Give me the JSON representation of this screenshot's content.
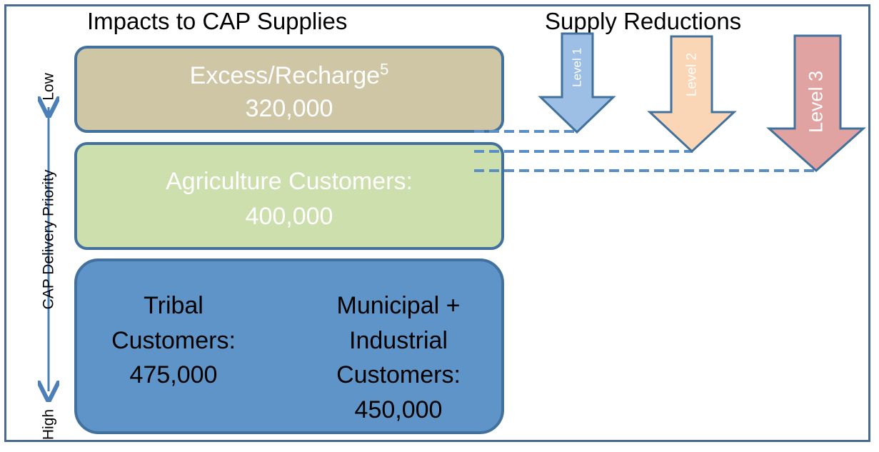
{
  "headings": {
    "impacts": "Impacts to CAP Supplies",
    "reductions": "Supply Reductions"
  },
  "axis": {
    "title": "CAP Delivery Priority",
    "top_label": "Low",
    "bottom_label": "High"
  },
  "tiers": {
    "excess": {
      "label": "Excess/Recharge",
      "footnote": "5",
      "value": "320,000",
      "color": "#cfc6a6"
    },
    "agriculture": {
      "label": "Agriculture Customers:",
      "value": "400,000",
      "color": "#cddfad"
    },
    "tribal": {
      "line1": "Tribal",
      "line2": "Customers:",
      "value": "475,000"
    },
    "municipal": {
      "line1": "Municipal +",
      "line2": "Industrial",
      "line3": "Customers:",
      "value": "450,000"
    },
    "bottom_color": "#5f94c9"
  },
  "reduction_levels": [
    {
      "label": "Level 1",
      "fill": "#9dbfe6",
      "stroke": "#41719c"
    },
    {
      "label": "Level 2",
      "fill": "#fbd6b6",
      "stroke": "#41719c"
    },
    {
      "label": "Level 3",
      "fill": "#e1a2a2",
      "stroke": "#41719c"
    }
  ],
  "colors": {
    "border": "#41719c",
    "dash": "#5b8ec4"
  }
}
